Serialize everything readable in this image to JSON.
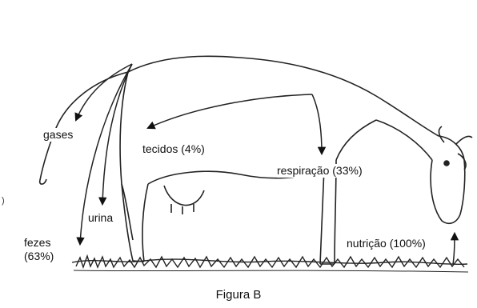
{
  "caption": "Figura B",
  "edge_mark": ")",
  "labels": {
    "gases": "gases",
    "tecidos": "tecidos (4%)",
    "urina": "urina",
    "respiracao": "respiração (33%)",
    "fezes_line1": "fezes",
    "fezes_line2": "(63%)",
    "nutricao": "nutrição (100%)"
  }
}
